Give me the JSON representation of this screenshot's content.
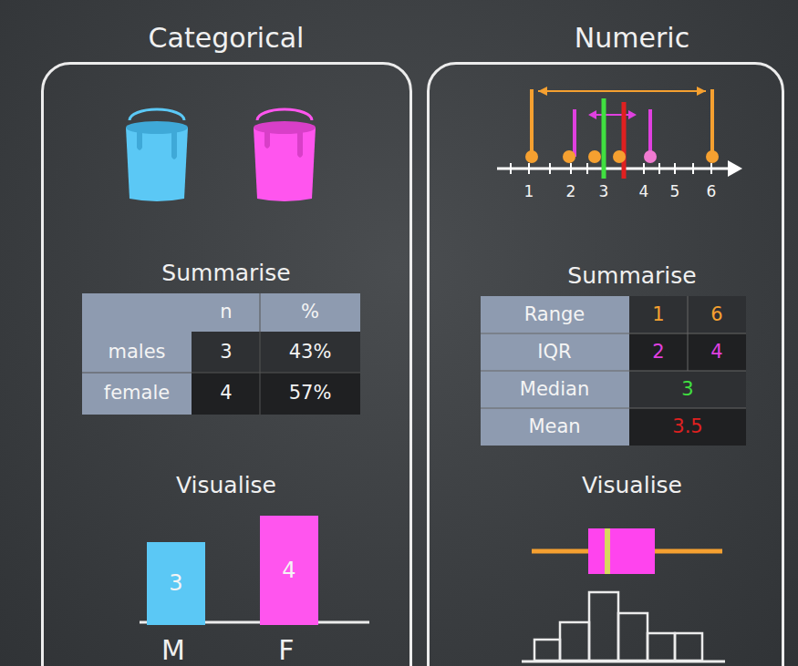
{
  "diagram": {
    "nodes": [
      {
        "text": [
          "Categorical",
          "Summarise",
          "Visualise"
        ]
      },
      {
        "text": [
          "3"
        ],
        "in": 0
      },
      {
        "text": [
          "4"
        ],
        "in": 0
      },
      {
        "text": [
          "Numeric",
          "Summarise",
          "Visualise"
        ]
      }
    ],
    "labels": [
      "n",
      "%",
      "males",
      "3",
      "43%",
      "female",
      "4",
      "57%",
      "M",
      "F",
      "1",
      "2",
      "3",
      "4",
      "5",
      "6",
      "Range",
      "1",
      "6",
      "IQR",
      "2",
      "4",
      "Median",
      "3",
      "Mean",
      "3.5"
    ]
  }
}
